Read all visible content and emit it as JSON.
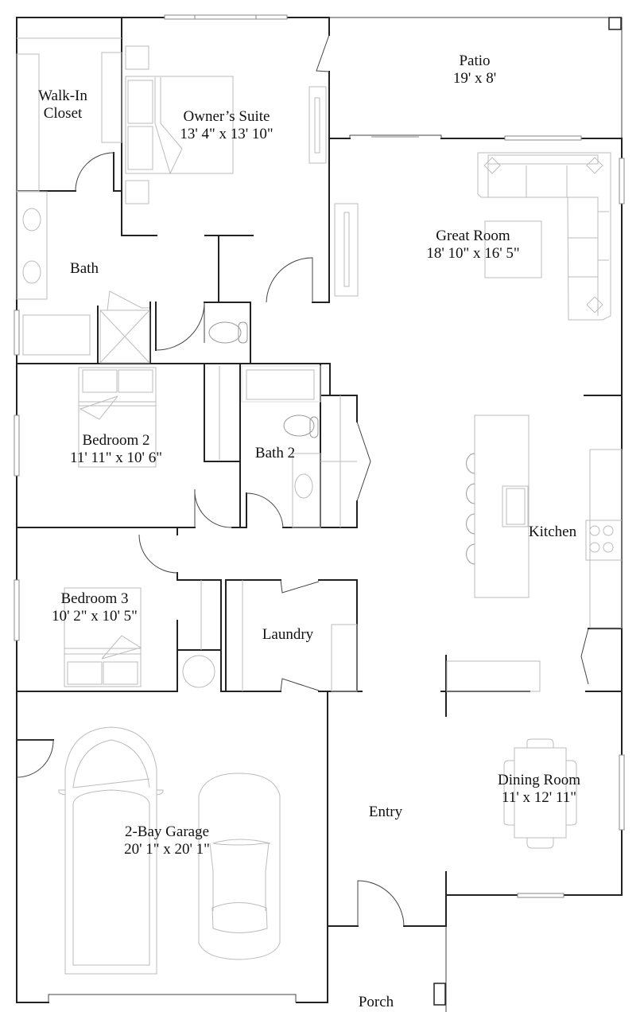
{
  "floorplan": {
    "rooms": [
      {
        "id": "walk-in-closet",
        "name": "Walk-In",
        "name2": "Closet",
        "dims": ""
      },
      {
        "id": "owners-suite",
        "name": "Owner’s Suite",
        "dims": "13' 4\" x 13' 10\""
      },
      {
        "id": "patio",
        "name": "Patio",
        "dims": "19' x 8'"
      },
      {
        "id": "bath",
        "name": "Bath",
        "dims": ""
      },
      {
        "id": "great-room",
        "name": "Great Room",
        "dims": "18' 10\" x 16' 5\""
      },
      {
        "id": "bedroom-2",
        "name": "Bedroom 2",
        "dims": "11' 11\" x 10' 6\""
      },
      {
        "id": "bath-2",
        "name": "Bath 2",
        "dims": ""
      },
      {
        "id": "kitchen",
        "name": "Kitchen",
        "dims": ""
      },
      {
        "id": "bedroom-3",
        "name": "Bedroom 3",
        "dims": "10' 2\" x 10' 5\""
      },
      {
        "id": "laundry",
        "name": "Laundry",
        "dims": ""
      },
      {
        "id": "dining-room",
        "name": "Dining Room",
        "dims": "11' x 12' 11\""
      },
      {
        "id": "entry",
        "name": "Entry",
        "dims": ""
      },
      {
        "id": "garage",
        "name": "2-Bay Garage",
        "dims": "20' 1\" x 20' 1\""
      },
      {
        "id": "porch",
        "name": "Porch",
        "dims": ""
      }
    ],
    "colors": {
      "wall": "#222222",
      "fixture": "#bbbbbb",
      "text": "#111111",
      "background": "#ffffff"
    }
  }
}
